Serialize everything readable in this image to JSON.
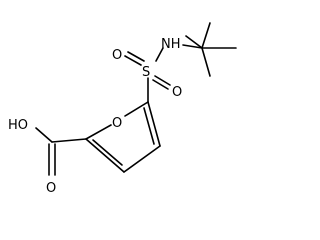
{
  "diagram": {
    "type": "chemical-structure",
    "atoms": {
      "oxygen_ring": "O",
      "sulfur": "S",
      "nitrogen_h": "NH",
      "sulfonyl_oxygen_top": "O",
      "sulfonyl_oxygen_bottom": "O",
      "hydroxyl": "HO",
      "carbonyl_oxygen": "O"
    },
    "colors": {
      "bond": "#000000",
      "label": "#000000",
      "background": "#ffffff"
    }
  }
}
